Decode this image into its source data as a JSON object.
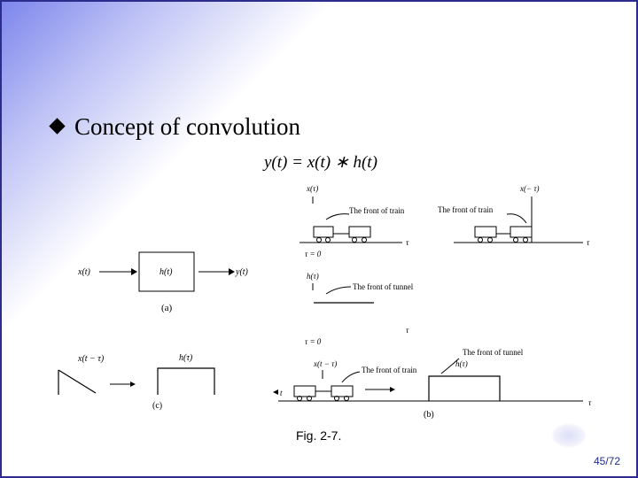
{
  "slide": {
    "title": "Concept of convolution",
    "equation": "y(t) = x(t) ∗ h(t)",
    "caption": "Fig. 2-7.",
    "page": "45/72"
  },
  "figure": {
    "front_of_train": "The front of train",
    "front_of_tunnel": "The front of tunnel",
    "panel_a": "(a)",
    "panel_b": "(b)",
    "panel_c": "(c)",
    "x_t": "x(t)",
    "h_t": "h(t)",
    "y_t": "y(t)",
    "x_tau": "x(τ)",
    "x_neg_tau": "x(− τ)",
    "h_tau": "h(τ)",
    "x_t_minus_tau": "x(t − τ)",
    "h_tau_c": "h(τ)",
    "tau": "τ",
    "t": "t",
    "tau_zero": "τ = 0"
  },
  "colors": {
    "accent": "#1e2c8c",
    "border": "#2c2c8c"
  }
}
